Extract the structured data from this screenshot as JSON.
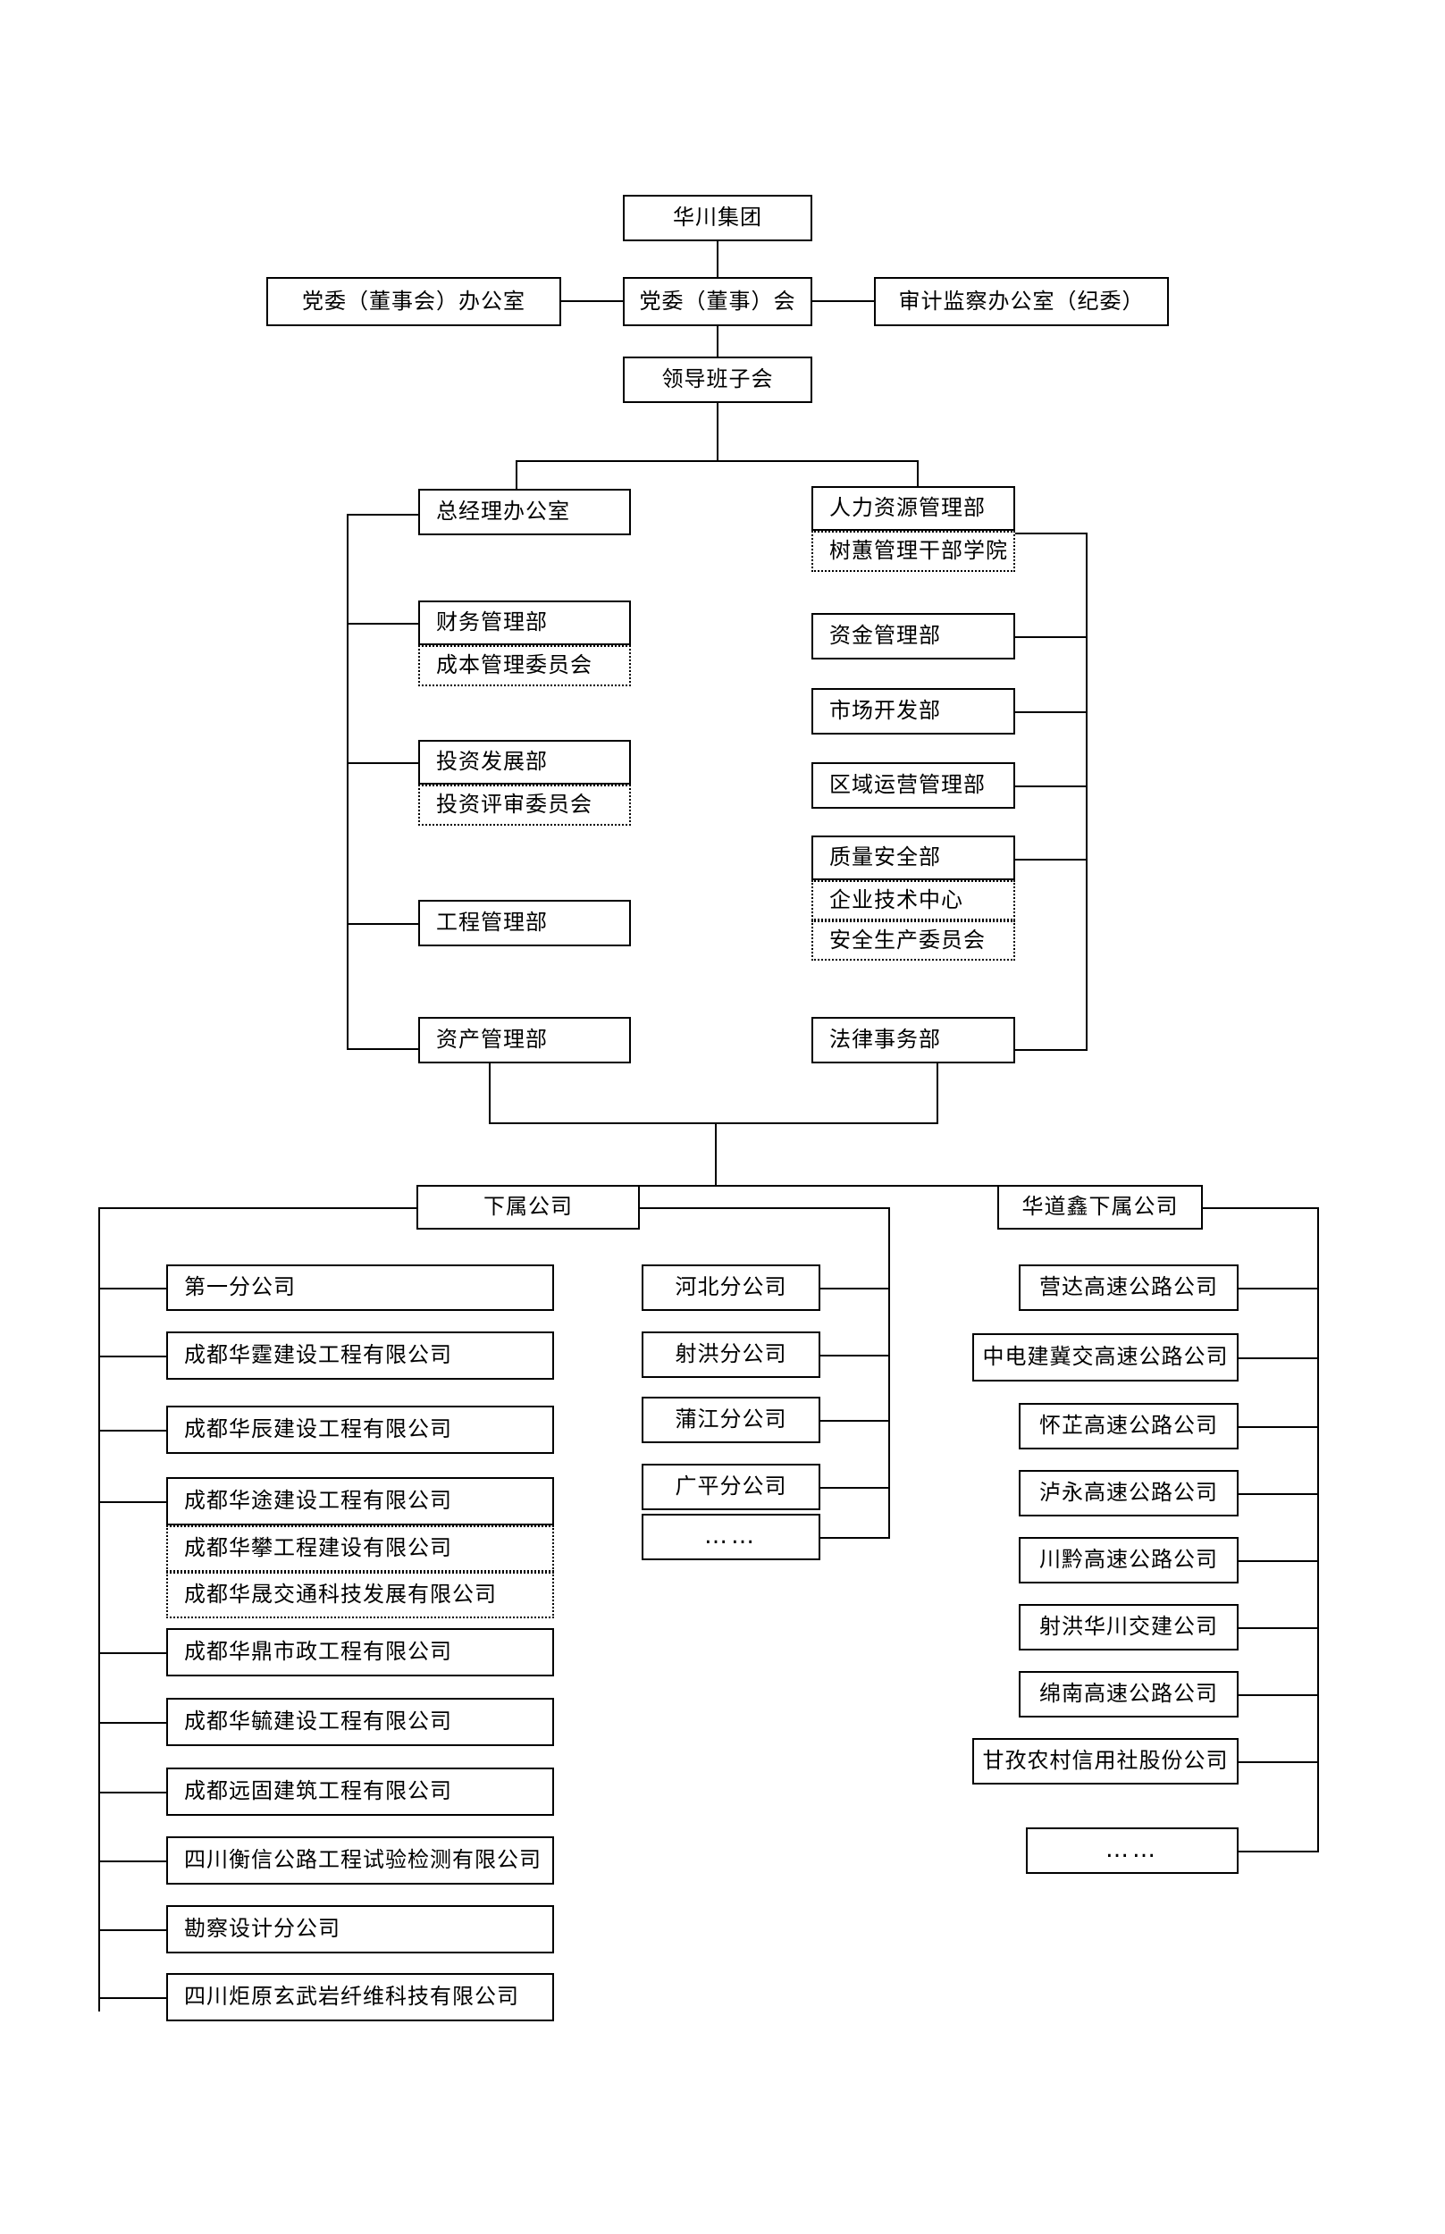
{
  "meta": {
    "title": "华川集团组织架构图",
    "line_color": "#000000",
    "background": "#ffffff"
  },
  "root": {
    "label": "华川集团"
  },
  "level2": {
    "left": "党委（董事会）办公室",
    "center": "党委（董事）会",
    "right": "审计监察办公室（纪委）"
  },
  "level3": {
    "label": "领导班子会"
  },
  "departments": {
    "left_column": [
      {
        "label": "总经理办公室",
        "style": "solid",
        "sub": []
      },
      {
        "label": "财务管理部",
        "style": "solid",
        "sub": [
          {
            "label": "成本管理委员会",
            "style": "dotted"
          }
        ]
      },
      {
        "label": "投资发展部",
        "style": "solid",
        "sub": [
          {
            "label": "投资评审委员会",
            "style": "dotted"
          }
        ]
      },
      {
        "label": "工程管理部",
        "style": "solid",
        "sub": []
      },
      {
        "label": "资产管理部",
        "style": "solid",
        "sub": []
      }
    ],
    "right_column": [
      {
        "label": "人力资源管理部",
        "style": "solid",
        "sub": [
          {
            "label": "树蕙管理干部学院",
            "style": "dotted"
          }
        ]
      },
      {
        "label": "资金管理部",
        "style": "solid",
        "sub": []
      },
      {
        "label": "市场开发部",
        "style": "solid",
        "sub": []
      },
      {
        "label": "区域运营管理部",
        "style": "solid",
        "sub": []
      },
      {
        "label": "质量安全部",
        "style": "solid",
        "sub": [
          {
            "label": "企业技术中心",
            "style": "dotted"
          },
          {
            "label": "安全生产委员会",
            "style": "dotted"
          }
        ]
      },
      {
        "label": "法律事务部",
        "style": "solid",
        "sub": []
      }
    ]
  },
  "subsidiaries": {
    "group_header": "下属公司",
    "huadaoxin_header": "华道鑫下属公司",
    "group_left": [
      {
        "label": "第一分公司",
        "style": "solid"
      },
      {
        "label": "成都华霆建设工程有限公司",
        "style": "solid"
      },
      {
        "label": "成都华辰建设工程有限公司",
        "style": "solid"
      },
      {
        "label": "成都华途建设工程有限公司",
        "style": "solid"
      },
      {
        "label": "成都华攀工程建设有限公司",
        "style": "dotted"
      },
      {
        "label": "成都华晟交通科技发展有限公司",
        "style": "dotted"
      },
      {
        "label": "成都华鼎市政工程有限公司",
        "style": "solid"
      },
      {
        "label": "成都华毓建设工程有限公司",
        "style": "solid"
      },
      {
        "label": "成都远固建筑工程有限公司",
        "style": "solid"
      },
      {
        "label": "四川衡信公路工程试验检测有限公司",
        "style": "solid"
      },
      {
        "label": "勘察设计分公司",
        "style": "solid"
      },
      {
        "label": "四川炬原玄武岩纤维科技有限公司",
        "style": "solid"
      }
    ],
    "group_middle": [
      {
        "label": "河北分公司",
        "style": "solid"
      },
      {
        "label": "射洪分公司",
        "style": "solid"
      },
      {
        "label": "蒲江分公司",
        "style": "solid"
      },
      {
        "label": "广平分公司",
        "style": "solid"
      },
      {
        "label": "……",
        "style": "solid"
      }
    ],
    "huadaoxin_list": [
      {
        "label": "营达高速公路公司",
        "style": "solid"
      },
      {
        "label": "中电建冀交高速公路公司",
        "style": "solid"
      },
      {
        "label": "怀芷高速公路公司",
        "style": "solid"
      },
      {
        "label": "泸永高速公路公司",
        "style": "solid"
      },
      {
        "label": "川黔高速公路公司",
        "style": "solid"
      },
      {
        "label": "射洪华川交建公司",
        "style": "solid"
      },
      {
        "label": "绵南高速公路公司",
        "style": "solid"
      },
      {
        "label": "甘孜农村信用社股份公司",
        "style": "solid"
      },
      {
        "label": "……",
        "style": "solid"
      }
    ]
  }
}
